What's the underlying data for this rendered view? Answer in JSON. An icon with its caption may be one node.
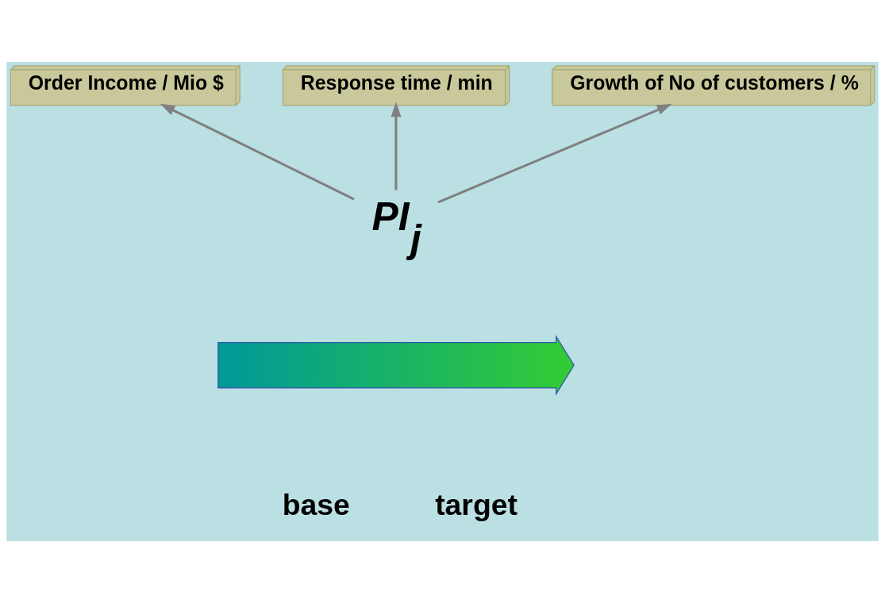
{
  "diagram": {
    "nodes": [
      {
        "text": [
          "PI$_{j}$"
        ]
      },
      {
        "text": [
          "Order Income / Mio $"
        ]
      },
      {
        "text": [
          "Response time / min"
        ]
      },
      {
        "text": [
          "Growth of No of customers / %"
        ]
      },
      {
        "text": [],
        "shape": "arrow",
        "beside": [
          "base",
          "target"
        ]
      }
    ],
    "edges": [
      {
        "from": 0,
        "to": 1,
        "arrow": "to"
      },
      {
        "from": 0,
        "to": 2,
        "arrow": "to"
      },
      {
        "from": 0,
        "to": 3,
        "arrow": "to"
      }
    ]
  }
}
